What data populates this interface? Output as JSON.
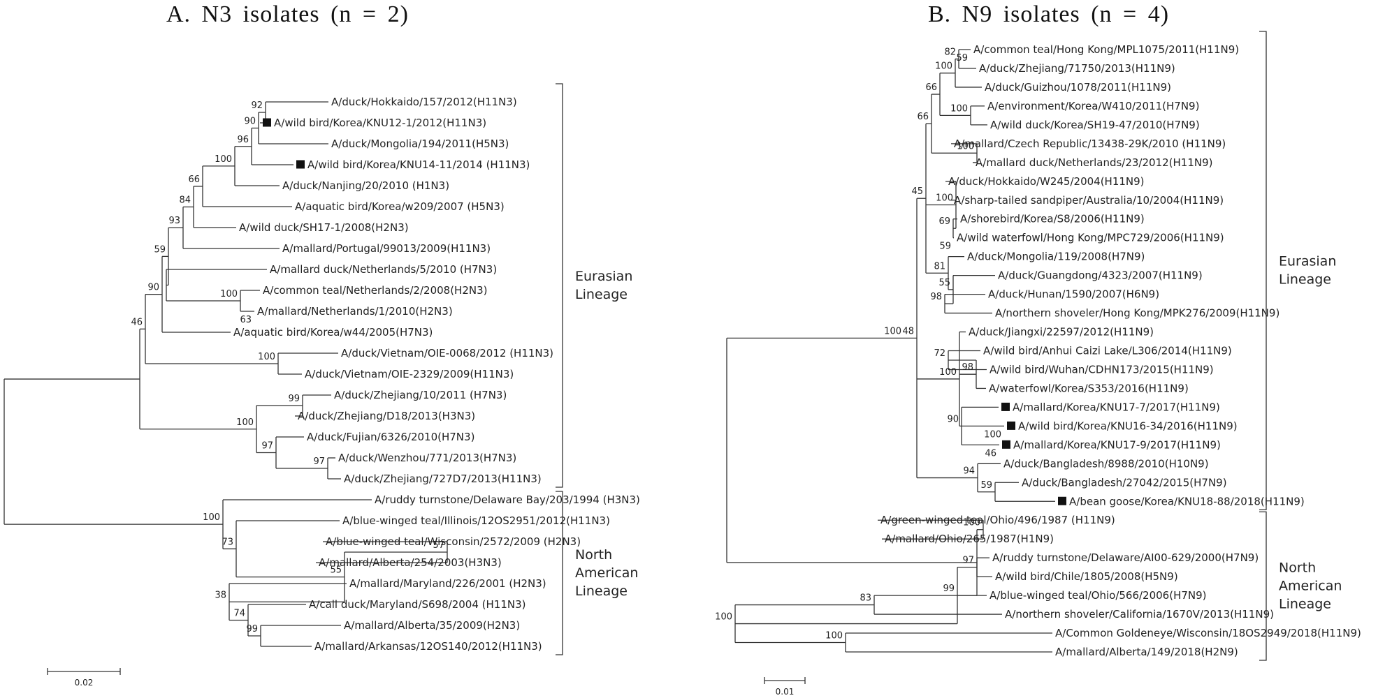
{
  "panels": [
    {
      "id": "A",
      "title": "A.  N3  isolates  (n  =  2)",
      "lineages": [
        {
          "id": "eurasian",
          "lines": [
            "Eurasian",
            "Lineage"
          ]
        },
        {
          "id": "north-american",
          "lines": [
            "North",
            "American",
            "Lineage"
          ]
        }
      ],
      "scale_label": "0.02",
      "tree": {
        "children": [
          {
            "children": [
              {
                "support": "46",
                "children": [
                  {
                    "support": "90",
                    "children": [
                      {
                        "support": "59",
                        "children": [
                          {
                            "support": "93",
                            "children": [
                              {
                                "support": "84",
                                "children": [
                                  {
                                    "support": "66",
                                    "children": [
                                      {
                                        "support": "100",
                                        "children": [
                                          {
                                            "support": "96",
                                            "children": [
                                              {
                                                "support": "90",
                                                "children": [
                                                  {
                                                    "support": "92",
                                                    "children": [
                                                      {
                                                        "label": "A/duck/Hokkaido/157/2012(H11N3)"
                                                      },
                                                      {
                                                        "label": "A/wild bird/Korea/KNU12-1/2012(H11N3)",
                                                        "marked": true
                                                      }
                                                    ]
                                                  },
                                                  {
                                                    "label": "A/duck/Mongolia/194/2011(H5N3)"
                                                  }
                                                ]
                                              },
                                              {
                                                "label": "A/wild bird/Korea/KNU14-11/2014 (H11N3)",
                                                "marked": true
                                              }
                                            ]
                                          },
                                          {
                                            "label": "A/duck/Nanjing/20/2010 (H1N3)"
                                          }
                                        ]
                                      },
                                      {
                                        "label": "A/aquatic bird/Korea/w209/2007 (H5N3)"
                                      }
                                    ]
                                  },
                                  {
                                    "label": "A/wild duck/SH17-1/2008(H2N3)"
                                  }
                                ]
                              },
                              {
                                "label": "A/mallard/Portugal/99013/2009(H11N3)"
                              }
                            ]
                          },
                          {
                            "children": [
                              {
                                "label": "A/mallard duck/Netherlands/5/2010 (H7N3)"
                              },
                              {
                                "support": "100",
                                "children": [
                                  {
                                    "label": "A/common teal/Netherlands/2/2008(H2N3)"
                                  },
                                  {
                                    "support": "63",
                                    "label": "A/mallard/Netherlands/1/2010(H2N3)"
                                  }
                                ]
                              }
                            ]
                          }
                        ]
                      },
                      {
                        "label": "A/aquatic bird/Korea/w44/2005(H7N3)"
                      }
                    ]
                  },
                  {
                    "support": "100",
                    "children": [
                      {
                        "label": "A/duck/Vietnam/OIE-0068/2012 (H11N3)"
                      },
                      {
                        "label": "A/duck/Vietnam/OIE-2329/2009(H11N3)"
                      }
                    ]
                  }
                ]
              },
              {
                "support": "100",
                "children": [
                  {
                    "support": "99",
                    "children": [
                      {
                        "label": "A/duck/Zhejiang/10/2011 (H7N3)"
                      },
                      {
                        "label": "A/duck/Zhejiang/D18/2013(H3N3)"
                      }
                    ]
                  },
                  {
                    "support": "97",
                    "children": [
                      {
                        "label": "A/duck/Fujian/6326/2010(H7N3)"
                      },
                      {
                        "support": "97",
                        "children": [
                          {
                            "label": "A/duck/Wenzhou/771/2013(H7N3)"
                          },
                          {
                            "label": "A/duck/Zhejiang/727D7/2013(H11N3)"
                          }
                        ]
                      }
                    ]
                  }
                ]
              }
            ]
          },
          {
            "support": "100",
            "children": [
              {
                "label": "A/ruddy turnstone/Delaware Bay/203/1994 (H3N3)"
              },
              {
                "support": "73",
                "children": [
                  {
                    "label": "A/blue-winged teal/Illinois/12OS2951/2012(H11N3)"
                  },
                  {
                    "support": "55",
                    "children": [
                      {
                        "support": "57",
                        "children": [
                          {
                            "label": "A/blue-winged teal/Wisconsin/2572/2009 (H2N3)"
                          },
                          {
                            "label": "A/mallard/Alberta/254/2003(H3N3)"
                          }
                        ]
                      },
                      {
                        "support": "38",
                        "children": [
                          {
                            "label": "A/mallard/Maryland/226/2001 (H2N3)"
                          },
                          {
                            "support": "74",
                            "children": [
                              {
                                "label": "A/call duck/Maryland/S698/2004 (H11N3)"
                              },
                              {
                                "support": "99",
                                "children": [
                                  {
                                    "label": "A/mallard/Alberta/35/2009(H2N3)"
                                  },
                                  {
                                    "label": "A/mallard/Arkansas/12OS140/2012(H11N3)"
                                  }
                                ]
                              }
                            ]
                          }
                        ]
                      }
                    ]
                  }
                ]
              }
            ]
          }
        ]
      }
    },
    {
      "id": "B",
      "title": "B.  N9  isolates  (n  =  4)",
      "lineages": [
        {
          "id": "eurasian",
          "lines": [
            "Eurasian",
            "Lineage"
          ]
        },
        {
          "id": "north-american",
          "lines": [
            "North",
            "American",
            "Lineage"
          ]
        }
      ],
      "scale_label": "0.01",
      "tree": {
        "children": [
          {
            "support": "100",
            "children": [
              {
                "support": "48",
                "children": [
                  {
                    "support": "45",
                    "children": [
                      {
                        "support": "66",
                        "children": [
                          {
                            "support": "66",
                            "children": [
                              {
                                "support": "100",
                                "children": [
                                  {
                                    "support": "82",
                                    "children": [
                                      {
                                        "support": "59",
                                        "label": "A/common teal/Hong Kong/MPL1075/2011(H11N9)"
                                      },
                                      {
                                        "label": "A/duck/Zhejiang/71750/2013(H11N9)"
                                      }
                                    ]
                                  },
                                  {
                                    "label": "A/duck/Guizhou/1078/2011(H11N9)"
                                  }
                                ]
                              },
                              {
                                "support": "100",
                                "children": [
                                  {
                                    "label": "A/environment/Korea/W410/2011(H7N9)"
                                  },
                                  {
                                    "label": "A/wild duck/Korea/SH19-47/2010(H7N9)"
                                  }
                                ]
                              }
                            ]
                          },
                          {
                            "support": "100",
                            "children": [
                              {
                                "label": "A/mallard/Czech Republic/13438-29K/2010 (H11N9)"
                              },
                              {
                                "label": "A/mallard duck/Netherlands/23/2012(H11N9)"
                              }
                            ]
                          }
                        ]
                      },
                      {
                        "support": "100",
                        "children": [
                          {
                            "label": "A/duck/Hokkaido/W245/2004(H11N9)"
                          },
                          {
                            "label": "A/sharp-tailed sandpiper/Australia/10/2004(H11N9)"
                          },
                          {
                            "support": "69",
                            "children": [
                              {
                                "label": "A/shorebird/Korea/S8/2006(H11N9)"
                              },
                              {
                                "support": "59",
                                "label": "A/wild waterfowl/Hong Kong/MPC729/2006(H11N9)"
                              }
                            ]
                          }
                        ]
                      },
                      {
                        "support": "81",
                        "children": [
                          {
                            "label": "A/duck/Mongolia/119/2008(H7N9)"
                          },
                          {
                            "support": "55",
                            "children": [
                              {
                                "label": "A/duck/Guangdong/4323/2007(H11N9)"
                              },
                              {
                                "support": "98",
                                "children": [
                                  {
                                    "label": "A/duck/Hunan/1590/2007(H6N9)"
                                  },
                                  {
                                    "label": "A/northern shoveler/Hong Kong/MPK276/2009(H11N9)"
                                  }
                                ]
                              }
                            ]
                          }
                        ]
                      }
                    ]
                  },
                  {
                    "support": "100",
                    "children": [
                      {
                        "label": "A/duck/Jiangxi/22597/2012(H11N9)"
                      },
                      {
                        "support": "98",
                        "children": [
                          {
                            "support": "72",
                            "children": [
                              {
                                "label": "A/wild bird/Anhui Caizi Lake/L306/2014(H11N9)"
                              },
                              {
                                "label": "A/wild bird/Wuhan/CDHN173/2015(H11N9)"
                              }
                            ]
                          },
                          {
                            "label": "A/waterfowl/Korea/S353/2016(H11N9)"
                          }
                        ]
                      },
                      {
                        "support": "90",
                        "children": [
                          {
                            "label": "A/mallard/Korea/KNU17-7/2017(H11N9)",
                            "marked": true
                          },
                          {
                            "support": "100",
                            "label": "A/wild bird/Korea/KNU16-34/2016(H11N9)",
                            "marked": true
                          },
                          {
                            "support": "46",
                            "label": "A/mallard/Korea/KNU17-9/2017(H11N9)",
                            "marked": true
                          }
                        ]
                      }
                    ]
                  },
                  {
                    "support": "94",
                    "children": [
                      {
                        "label": "A/duck/Bangladesh/8988/2010(H10N9)"
                      },
                      {
                        "support": "59",
                        "children": [
                          {
                            "label": "A/duck/Bangladesh/27042/2015(H7N9)"
                          },
                          {
                            "label": "A/bean goose/Korea/KNU18-88/2018(H11N9)",
                            "marked": true
                          }
                        ]
                      }
                    ]
                  }
                ]
              }
            ]
          },
          {
            "children": [
              {
                "support": "100",
                "children": [
                  {
                    "label": "A/green-winged teal/Ohio/496/1987 (H11N9)"
                  },
                  {
                    "label": "A/mallard/Ohio/265/1987(H1N9)"
                  }
                ]
              },
              {
                "support": "99",
                "children": [
                  {
                    "support": "97",
                    "children": [
                      {
                        "label": "A/ruddy turnstone/Delaware/AI00-629/2000(H7N9)"
                      },
                      {
                        "label": "A/wild bird/Chile/1805/2008(H5N9)"
                      }
                    ]
                  },
                  {
                    "support": "100",
                    "children": [
                      {
                        "support": "83",
                        "children": [
                          {
                            "label": "A/blue-winged teal/Ohio/566/2006(H7N9)"
                          },
                          {
                            "label": "A/northern shoveler/California/1670V/2013(H11N9)"
                          }
                        ]
                      },
                      {
                        "support": "100",
                        "children": [
                          {
                            "label": "A/Common Goldeneye/Wisconsin/18OS2949/2018(H11N9)"
                          },
                          {
                            "label": "A/mallard/Alberta/149/2018(H2N9)"
                          }
                        ]
                      }
                    ]
                  }
                ]
              }
            ]
          }
        ]
      }
    }
  ]
}
